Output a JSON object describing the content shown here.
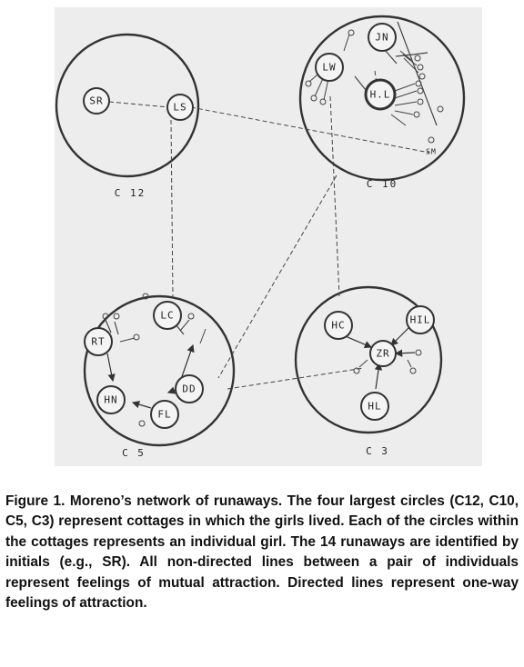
{
  "figure": {
    "cottages": [
      {
        "id": "c12",
        "label": "C 12"
      },
      {
        "id": "c10",
        "label": "C 10"
      },
      {
        "id": "c5",
        "label": "C 5"
      },
      {
        "id": "c3",
        "label": "C 3"
      }
    ],
    "girls": {
      "sr": "SR",
      "ls": "LS",
      "lw": "LW",
      "jn": "JN",
      "hl_c10": "H.L",
      "sm": "SM",
      "lc": "LC",
      "rt": "RT",
      "dd": "DD",
      "hn": "HN",
      "fl": "FL",
      "hc": "HC",
      "hil": "HIL",
      "zr": "ZR",
      "hl_c3": "HL"
    }
  },
  "caption": "Figure 1. Moreno’s network of runaways. The four largest circles (C12, C10, C5, C3) represent cottages in which the girls lived.  Each of the circles within the cottages represents an individual girl. The 14 runaways are identified by initials (e.g., SR). All non-directed lines between a pair of individuals represent feelings of mutual attraction. Directed lines represent one-way feelings of attraction."
}
